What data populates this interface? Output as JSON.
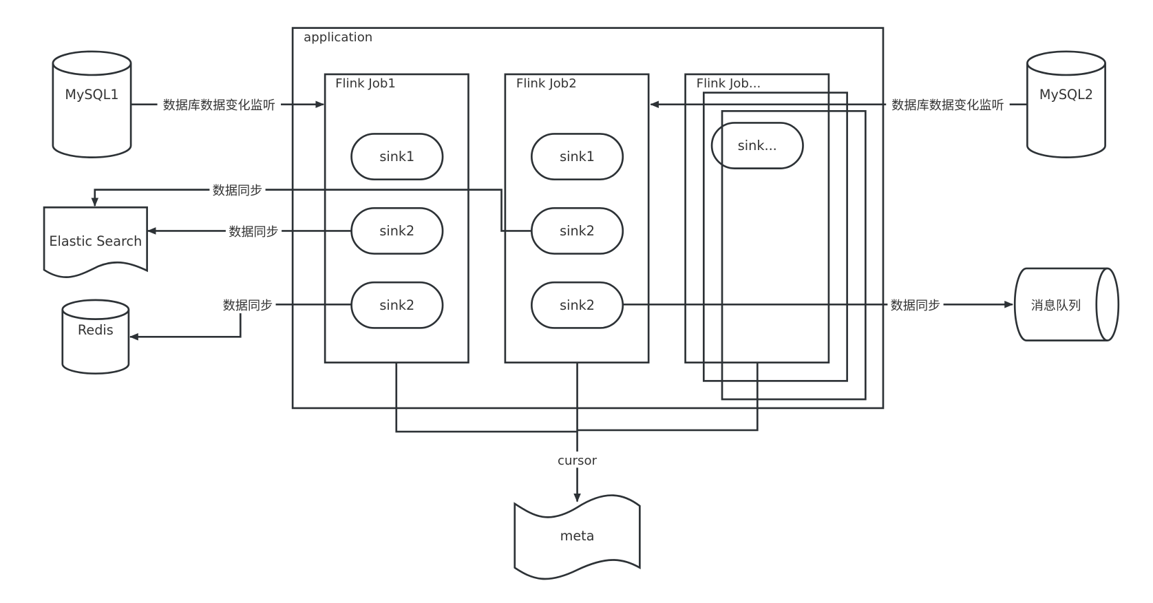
{
  "colors": {
    "database_green": "#c9ecb3",
    "target_pink": "#f4b8b8",
    "job_cyan": "#b5e9ea",
    "application_gray": "#dfdfdf",
    "sink_white": "#ffffff",
    "meta_cream": "#faf7e8",
    "stroke": "#2d3236"
  },
  "application": {
    "label": "application"
  },
  "jobs": [
    {
      "title": "Flink Job1",
      "sinks": [
        "sink1",
        "sink2",
        "sink2"
      ]
    },
    {
      "title": "Flink Job2",
      "sinks": [
        "sink1",
        "sink2",
        "sink2"
      ]
    },
    {
      "title": "Flink Job...",
      "sinks": [
        "sink..."
      ]
    }
  ],
  "sources": [
    {
      "name": "MySQL1",
      "edge_label": "数据库数据变化监听"
    },
    {
      "name": "MySQL2",
      "edge_label": "数据库数据变化监听"
    }
  ],
  "targets": {
    "elastic_search": "Elastic Search",
    "redis": "Redis",
    "message_queue": "消息队列",
    "meta": "meta"
  },
  "edges": {
    "job2_sink2_to_es": "数据同步",
    "job1_sink2_to_es": "数据同步",
    "job1_sink2b_to_redis": "数据同步",
    "job2_sink2b_to_mq": "数据同步",
    "cursor": "cursor"
  }
}
